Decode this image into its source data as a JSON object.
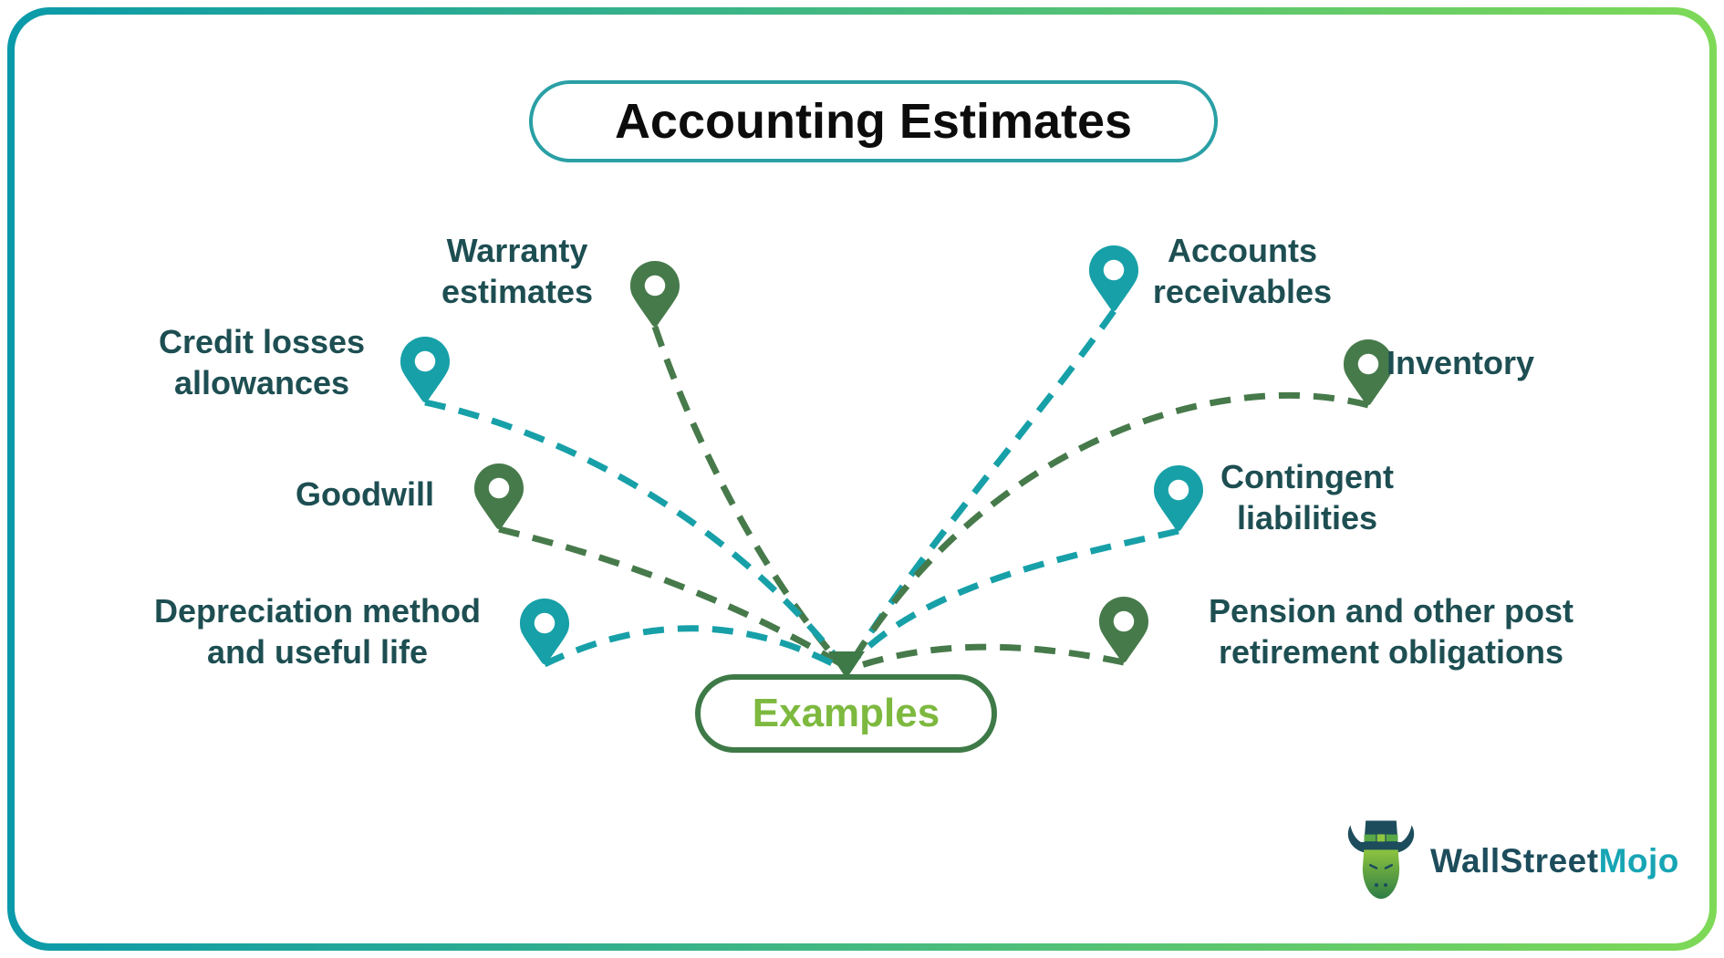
{
  "title": "Accounting Estimates",
  "center_label": "Examples",
  "items": [
    {
      "id": "warranty-estimates",
      "label": "Warranty\nestimates",
      "pin_color": "green"
    },
    {
      "id": "credit-losses-allowances",
      "label": "Credit losses\nallowances",
      "pin_color": "teal"
    },
    {
      "id": "goodwill",
      "label": "Goodwill",
      "pin_color": "green"
    },
    {
      "id": "depreciation-method",
      "label": "Depreciation method\nand useful life",
      "pin_color": "teal"
    },
    {
      "id": "accounts-receivables",
      "label": "Accounts\nreceivables",
      "pin_color": "teal"
    },
    {
      "id": "inventory",
      "label": "Inventory",
      "pin_color": "green"
    },
    {
      "id": "contingent-liabilities",
      "label": "Contingent\nliabilities",
      "pin_color": "teal"
    },
    {
      "id": "pension-obligations",
      "label": "Pension and other post\nretirement obligations",
      "pin_color": "green"
    }
  ],
  "logo": {
    "text_primary": "WallStreet",
    "text_accent": "Mojo"
  },
  "colors": {
    "teal": "#17a0a8",
    "green": "#477a4b",
    "label_text": "#1d4e52",
    "title_text": "#0c0c0c",
    "title_border": "#2aa0a5",
    "examples_text": "#7db93f",
    "examples_border": "#3e7a47",
    "frame_gradient_start": "#0b9aaa",
    "frame_gradient_end": "#7ed957",
    "logo_primary": "#1d4d5c",
    "logo_accent": "#17a5b4"
  }
}
